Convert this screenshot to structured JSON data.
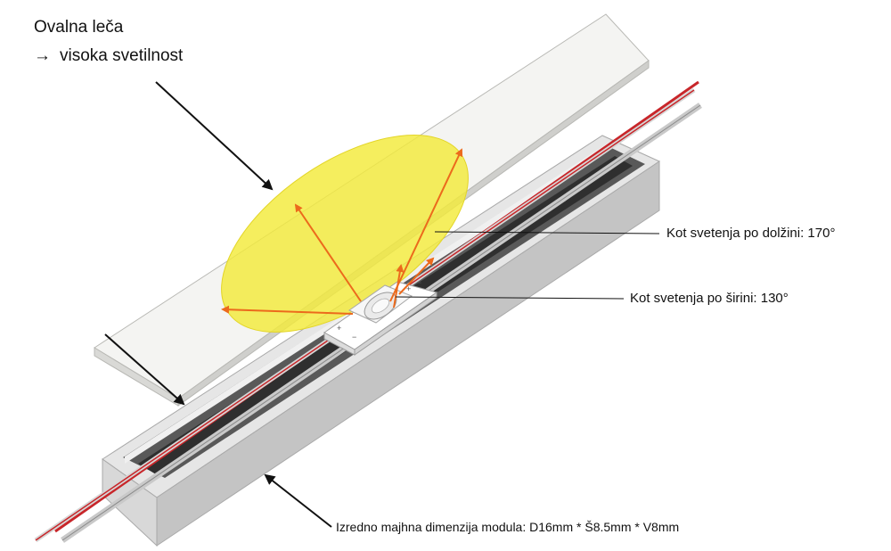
{
  "labels": {
    "title": "Ovalna leča",
    "subtitle_arrow": "→",
    "subtitle": "visoka svetilnost",
    "angle_length": "Kot svetenja po dolžini: 170°",
    "angle_width": "Kot svetenja po širini: 130°",
    "dimension": "Izredno majhna dimenzija modula: D16mm * Š8.5mm * V8mm"
  },
  "module_marks": {
    "plus": "+",
    "minus": "−"
  },
  "colors": {
    "beam_fill": "#f3ea3a",
    "beam_arrows": "#ec6a1c",
    "wire_red": "#c8262a",
    "wire_gray": "#c9c9c9",
    "profile": "#e6e6e6",
    "diffuser": "#f4f4f2",
    "pointer": "#111111"
  }
}
